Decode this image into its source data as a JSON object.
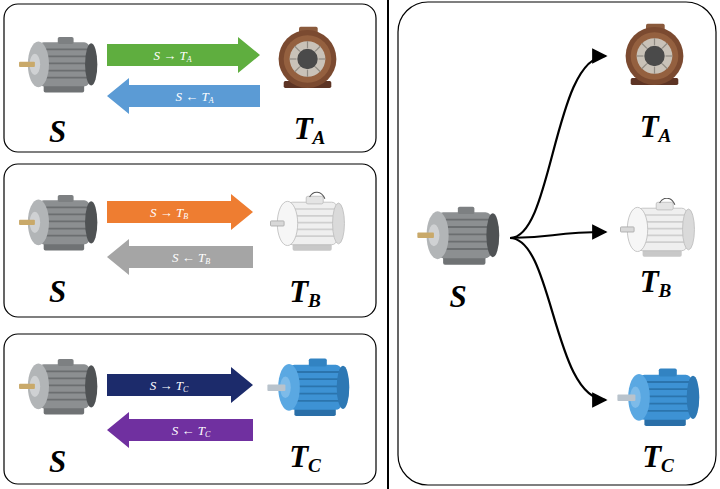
{
  "diagram": {
    "nodes": [
      {
        "text": [
          "S"
        ]
      },
      {
        "text": [
          "TA"
        ]
      },
      {
        "text": [
          "S"
        ]
      },
      {
        "text": [
          "TB"
        ]
      },
      {
        "text": [
          "S"
        ]
      },
      {
        "text": [
          "TC"
        ]
      },
      {
        "text": [
          "S"
        ]
      },
      {
        "text": [
          "TA"
        ]
      },
      {
        "text": [
          "TB"
        ]
      },
      {
        "text": [
          "TC"
        ]
      }
    ],
    "edges": [
      {
        "from": 0,
        "to": 1,
        "arrow": "to",
        "label": "S → TA"
      },
      {
        "from": 1,
        "to": 0,
        "arrow": "to",
        "label": "S ← TA"
      },
      {
        "from": 2,
        "to": 3,
        "arrow": "to",
        "label": "S → TB"
      },
      {
        "from": 3,
        "to": 2,
        "arrow": "to",
        "label": "S ← TB"
      },
      {
        "from": 4,
        "to": 5,
        "arrow": "to",
        "label": "S → TC"
      },
      {
        "from": 5,
        "to": 4,
        "arrow": "to",
        "label": "S ← TC"
      },
      {
        "from": 6,
        "to": 7,
        "arrow": "to"
      },
      {
        "from": 6,
        "to": 8,
        "arrow": "to"
      },
      {
        "from": 6,
        "to": 9,
        "arrow": "to"
      }
    ]
  }
}
